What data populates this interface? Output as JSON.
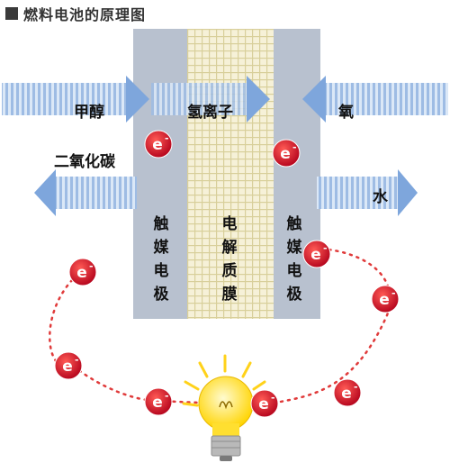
{
  "title": "燃料电池的原理图",
  "flows": {
    "methanol": "甲醇",
    "hydrogen_ion": "氢离子",
    "oxygen": "氧",
    "co2": "二氧化碳",
    "water": "水"
  },
  "layers": {
    "anode": "触媒电极",
    "membrane": "电解质膜",
    "cathode": "触媒电极"
  },
  "electron_label": "e",
  "electron_sign": "-",
  "colors": {
    "electrode": "#b9c2cf",
    "membrane": "#eee6bd",
    "arrow": "#7fa8dc",
    "electron": "#d9182a",
    "bulb": "#ffe94a"
  }
}
